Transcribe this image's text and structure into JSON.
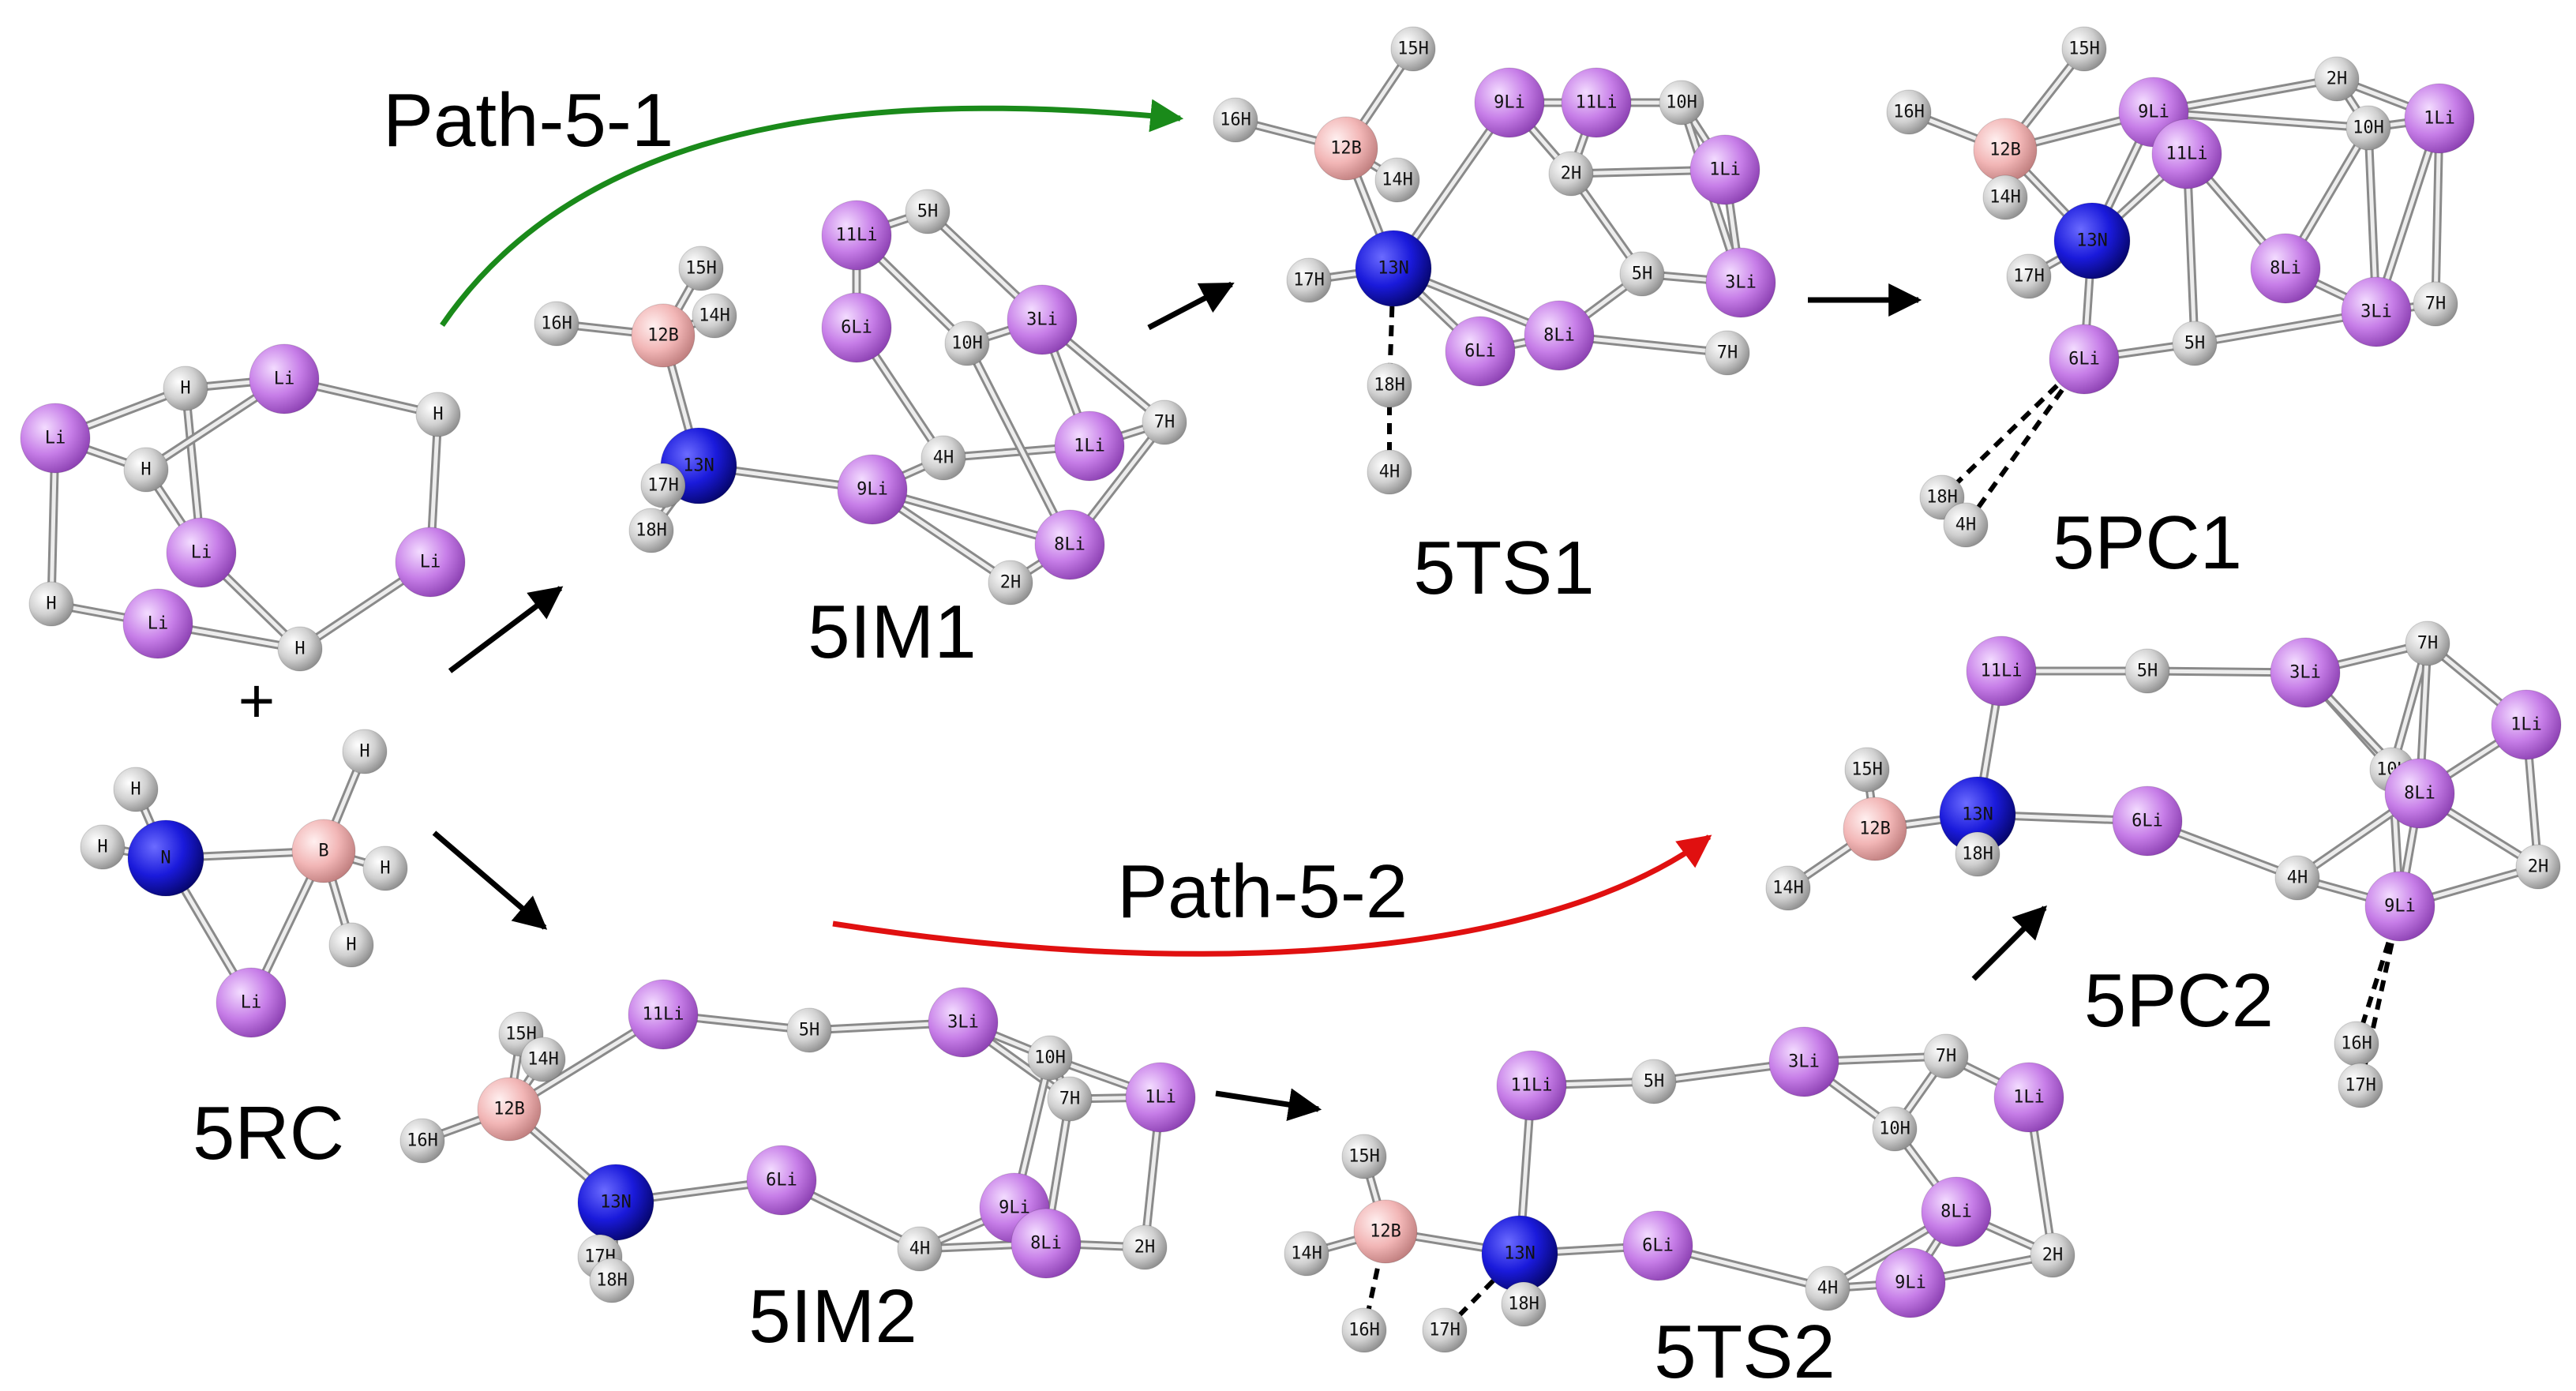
{
  "captions": {
    "rc": "5RC",
    "im1": "5IM1",
    "ts1": "5TS1",
    "pc1": "5PC1",
    "im2": "5IM2",
    "ts2": "5TS2",
    "pc2": "5PC2",
    "path1": "Path-5-1",
    "path2": "Path-5-2",
    "plus": "+"
  },
  "colors": {
    "li": "#c77ee8",
    "h": "#d8d8d8",
    "b": "#f2b6b6",
    "n": "#1a1adb",
    "path1_arrow": "#1a8a1a",
    "path2_arrow": "#e01010",
    "step_arrow": "#000000"
  },
  "molecules": [
    {
      "id": "rc-cluster",
      "atoms": [
        {
          "l": "Li",
          "e": "li"
        },
        {
          "l": "Li",
          "e": "li"
        },
        {
          "l": "Li",
          "e": "li"
        },
        {
          "l": "Li",
          "e": "li"
        },
        {
          "l": "Li",
          "e": "li"
        },
        {
          "l": "H",
          "e": "h"
        },
        {
          "l": "H",
          "e": "h"
        },
        {
          "l": "H",
          "e": "h"
        },
        {
          "l": "H",
          "e": "h"
        },
        {
          "l": "H",
          "e": "h"
        }
      ]
    },
    {
      "id": "rc-ab",
      "atoms": [
        {
          "l": "N",
          "e": "n"
        },
        {
          "l": "B",
          "e": "b"
        },
        {
          "l": "Li",
          "e": "li"
        },
        {
          "l": "H",
          "e": "h"
        },
        {
          "l": "H",
          "e": "h"
        },
        {
          "l": "H",
          "e": "h"
        },
        {
          "l": "H",
          "e": "h"
        },
        {
          "l": "H",
          "e": "h"
        }
      ]
    },
    {
      "id": "im1",
      "atoms": [
        {
          "l": "12B",
          "e": "b"
        },
        {
          "l": "13N",
          "e": "n"
        },
        {
          "l": "15H",
          "e": "h"
        },
        {
          "l": "14H",
          "e": "h"
        },
        {
          "l": "16H",
          "e": "h"
        },
        {
          "l": "17H",
          "e": "h"
        },
        {
          "l": "18H",
          "e": "h"
        },
        {
          "l": "9Li",
          "e": "li"
        },
        {
          "l": "6Li",
          "e": "li"
        },
        {
          "l": "11Li",
          "e": "li"
        },
        {
          "l": "5H",
          "e": "h"
        },
        {
          "l": "3Li",
          "e": "li"
        },
        {
          "l": "10H",
          "e": "h"
        },
        {
          "l": "4H",
          "e": "h"
        },
        {
          "l": "1Li",
          "e": "li"
        },
        {
          "l": "7H",
          "e": "h"
        },
        {
          "l": "8Li",
          "e": "li"
        },
        {
          "l": "2H",
          "e": "h"
        }
      ]
    },
    {
      "id": "ts1",
      "atoms": [
        {
          "l": "12B",
          "e": "b"
        },
        {
          "l": "13N",
          "e": "n"
        },
        {
          "l": "15H",
          "e": "h"
        },
        {
          "l": "16H",
          "e": "h"
        },
        {
          "l": "14H",
          "e": "h"
        },
        {
          "l": "17H",
          "e": "h"
        },
        {
          "l": "18H",
          "e": "h"
        },
        {
          "l": "4H",
          "e": "h"
        },
        {
          "l": "9Li",
          "e": "li"
        },
        {
          "l": "11Li",
          "e": "li"
        },
        {
          "l": "10H",
          "e": "h"
        },
        {
          "l": "2H",
          "e": "h"
        },
        {
          "l": "1Li",
          "e": "li"
        },
        {
          "l": "5H",
          "e": "h"
        },
        {
          "l": "3Li",
          "e": "li"
        },
        {
          "l": "6Li",
          "e": "li"
        },
        {
          "l": "8Li",
          "e": "li"
        },
        {
          "l": "7H",
          "e": "h"
        }
      ]
    },
    {
      "id": "pc1",
      "atoms": [
        {
          "l": "12B",
          "e": "b"
        },
        {
          "l": "13N",
          "e": "n"
        },
        {
          "l": "15H",
          "e": "h"
        },
        {
          "l": "16H",
          "e": "h"
        },
        {
          "l": "14H",
          "e": "h"
        },
        {
          "l": "17H",
          "e": "h"
        },
        {
          "l": "9Li",
          "e": "li"
        },
        {
          "l": "2H",
          "e": "h"
        },
        {
          "l": "1Li",
          "e": "li"
        },
        {
          "l": "10H",
          "e": "h"
        },
        {
          "l": "11Li",
          "e": "li"
        },
        {
          "l": "8Li",
          "e": "li"
        },
        {
          "l": "3Li",
          "e": "li"
        },
        {
          "l": "7H",
          "e": "h"
        },
        {
          "l": "5H",
          "e": "h"
        },
        {
          "l": "6Li",
          "e": "li"
        },
        {
          "l": "18H",
          "e": "h"
        },
        {
          "l": "4H",
          "e": "h"
        }
      ]
    },
    {
      "id": "im2",
      "atoms": [
        {
          "l": "12B",
          "e": "b"
        },
        {
          "l": "13N",
          "e": "n"
        },
        {
          "l": "15H",
          "e": "h"
        },
        {
          "l": "14H",
          "e": "h"
        },
        {
          "l": "16H",
          "e": "h"
        },
        {
          "l": "17H",
          "e": "h"
        },
        {
          "l": "18H",
          "e": "h"
        },
        {
          "l": "11Li",
          "e": "li"
        },
        {
          "l": "5H",
          "e": "h"
        },
        {
          "l": "3Li",
          "e": "li"
        },
        {
          "l": "10H",
          "e": "h"
        },
        {
          "l": "7H",
          "e": "h"
        },
        {
          "l": "1Li",
          "e": "li"
        },
        {
          "l": "6Li",
          "e": "li"
        },
        {
          "l": "4H",
          "e": "h"
        },
        {
          "l": "9Li",
          "e": "li"
        },
        {
          "l": "8Li",
          "e": "li"
        },
        {
          "l": "2H",
          "e": "h"
        }
      ]
    },
    {
      "id": "ts2",
      "atoms": [
        {
          "l": "12B",
          "e": "b"
        },
        {
          "l": "13N",
          "e": "n"
        },
        {
          "l": "15H",
          "e": "h"
        },
        {
          "l": "14H",
          "e": "h"
        },
        {
          "l": "16H",
          "e": "h"
        },
        {
          "l": "17H",
          "e": "h"
        },
        {
          "l": "18H",
          "e": "h"
        },
        {
          "l": "11Li",
          "e": "li"
        },
        {
          "l": "5H",
          "e": "h"
        },
        {
          "l": "3Li",
          "e": "li"
        },
        {
          "l": "7H",
          "e": "h"
        },
        {
          "l": "10H",
          "e": "h"
        },
        {
          "l": "1Li",
          "e": "li"
        },
        {
          "l": "6Li",
          "e": "li"
        },
        {
          "l": "4H",
          "e": "h"
        },
        {
          "l": "9Li",
          "e": "li"
        },
        {
          "l": "8Li",
          "e": "li"
        },
        {
          "l": "2H",
          "e": "h"
        }
      ]
    },
    {
      "id": "pc2",
      "atoms": [
        {
          "l": "12B",
          "e": "b"
        },
        {
          "l": "13N",
          "e": "n"
        },
        {
          "l": "15H",
          "e": "h"
        },
        {
          "l": "14H",
          "e": "h"
        },
        {
          "l": "18H",
          "e": "h"
        },
        {
          "l": "11Li",
          "e": "li"
        },
        {
          "l": "5H",
          "e": "h"
        },
        {
          "l": "3Li",
          "e": "li"
        },
        {
          "l": "7H",
          "e": "h"
        },
        {
          "l": "1Li",
          "e": "li"
        },
        {
          "l": "10H",
          "e": "h"
        },
        {
          "l": "8Li",
          "e": "li"
        },
        {
          "l": "6Li",
          "e": "li"
        },
        {
          "l": "4H",
          "e": "h"
        },
        {
          "l": "9Li",
          "e": "li"
        },
        {
          "l": "2H",
          "e": "h"
        },
        {
          "l": "16H",
          "e": "h"
        },
        {
          "l": "17H",
          "e": "h"
        }
      ]
    }
  ]
}
